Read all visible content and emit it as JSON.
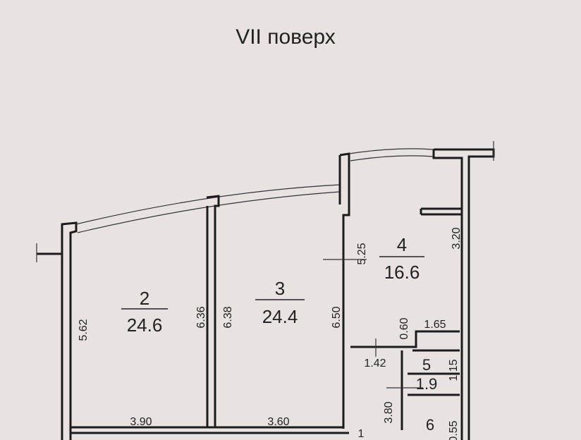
{
  "title": "VII поверх",
  "rooms": [
    {
      "number": "2",
      "area": "24.6"
    },
    {
      "number": "3",
      "area": "24.4"
    },
    {
      "number": "4",
      "area": "16.6"
    },
    {
      "number": "5",
      "area": "1.9"
    },
    {
      "number": "6",
      "area": ""
    }
  ],
  "dimensions": {
    "room2_left": "5.62",
    "room2_right": "6.36",
    "room3_left": "6.38",
    "room3_right": "6.50",
    "room4_left": "5.25",
    "room4_right": "3.20",
    "room2_bottom": "3.90",
    "room3_bottom": "3.60",
    "closet_width": "1.65",
    "closet_depth": "0.60",
    "hall_width": "1.42",
    "room5_height": "1.15",
    "corridor_length": "3.80",
    "room6_height": "0.55",
    "bottom_mark": "1"
  }
}
